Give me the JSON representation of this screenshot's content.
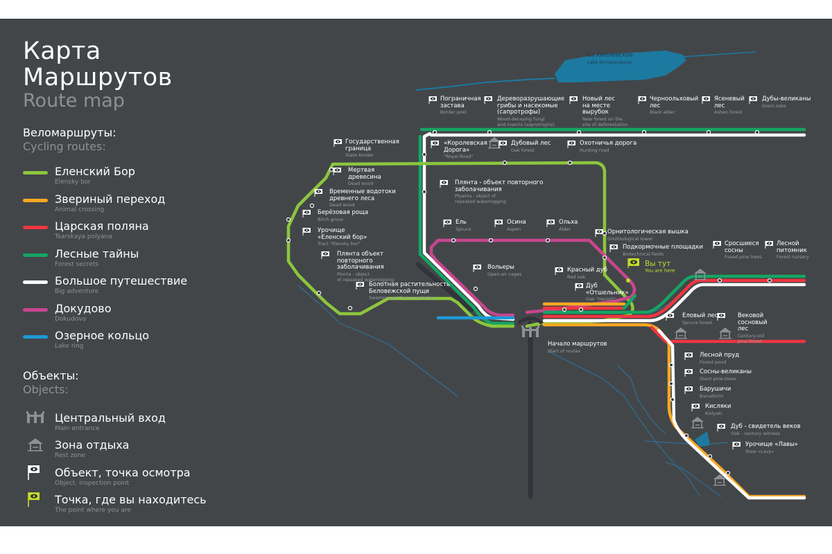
{
  "title": {
    "line1": "Карта",
    "line2": "Маршрутов",
    "en": "Route map"
  },
  "cycling": {
    "ru": "Веломаршруты:",
    "en": "Cycling routes:"
  },
  "routes": [
    {
      "ru": "Еленский Бор",
      "en": "Elensky bor",
      "color": "#8cc63e"
    },
    {
      "ru": "Звериный переход",
      "en": "Animal crossing",
      "color": "#f7a823"
    },
    {
      "ru": "Царская поляна",
      "en": "Tsarskaya polyana",
      "color": "#ee3640"
    },
    {
      "ru": "Лесные тайны",
      "en": "Forest secrets",
      "color": "#15a563"
    },
    {
      "ru": "Большое путешествие",
      "en": "Big adventure",
      "color": "#ffffff"
    },
    {
      "ru": "Докудово",
      "en": "Dokudovo",
      "color": "#c8468f"
    },
    {
      "ru": "Озерное кольцо",
      "en": "Lake ring",
      "color": "#1e9ad6"
    }
  ],
  "objects_header": {
    "ru": "Объекты:",
    "en": "Objects:"
  },
  "objects": [
    {
      "ru": "Центральный вход",
      "en": "Main entrance",
      "icon": "gate-icon"
    },
    {
      "ru": "Зона отдыха",
      "en": "Rest zone",
      "icon": "rest-zone-icon"
    },
    {
      "ru": "Объект, точка осмотра",
      "en": "Object, inspection point",
      "icon": "eye-flag-icon"
    },
    {
      "ru": "Точка, где вы находитесь",
      "en": "The point where you are",
      "icon": "you-are-here-icon"
    }
  ],
  "lake": {
    "ru": "оз.Хмелевское",
    "en": "Lake Khmelevskoye",
    "color": "#1c7aa0"
  },
  "you_are_here": {
    "ru": "Вы тут",
    "en": "You are here",
    "color": "#c6da2a"
  },
  "labels": [
    {
      "id": "border-post",
      "ru": "Пограничная\nзастава",
      "en": "Border post"
    },
    {
      "id": "wood-fungi",
      "ru": "Дереворазрушающие\nгрибы и насекомые\n(сапротрофы)",
      "en": "Wood-decaying fungi\nand insects (saprotrophs)"
    },
    {
      "id": "new-forest",
      "ru": "Новый лес\nна месте\nвырубок",
      "en": "New forest on the\nsite of deforestation"
    },
    {
      "id": "black-alder",
      "ru": "Черноольховый\nлес",
      "en": "Black alder"
    },
    {
      "id": "ashen-forest",
      "ru": "Ясеневый\nлес",
      "en": "Ashen forest"
    },
    {
      "id": "giant-oaks",
      "ru": "Дубы-великаны",
      "en": "Giant oaks"
    },
    {
      "id": "state-border",
      "ru": "Государственная\nграница",
      "en": "State border"
    },
    {
      "id": "royal-road",
      "ru": "«Королевская\nДорога»",
      "en": "\"Royal Road\""
    },
    {
      "id": "oak-forest",
      "ru": "Дубовый лес",
      "en": "Oak forest"
    },
    {
      "id": "hunting-road",
      "ru": "Охотничья дорога",
      "en": "Hunting road"
    },
    {
      "id": "dead-wood",
      "ru": "Мертвая\nдревесина",
      "en": "Dead wood"
    },
    {
      "id": "temp-streams",
      "ru": "Временные водотоки\nдревнего леса",
      "en": "Dead wood"
    },
    {
      "id": "plyanta-1",
      "ru": "Плянта - объект повторного\nзаболачивания",
      "en": "Plyanta - object of\nrepeated waterlogging"
    },
    {
      "id": "birch-grove",
      "ru": "Берёзовая роща",
      "en": "Birch grove"
    },
    {
      "id": "tract-elensky",
      "ru": "Урочище\n«Еленский бор»",
      "en": "Tract \"Elensky bor\""
    },
    {
      "id": "spruce",
      "ru": "Ель",
      "en": "Spruce"
    },
    {
      "id": "aspen",
      "ru": "Осина",
      "en": "Aspen"
    },
    {
      "id": "alder",
      "ru": "Ольха",
      "en": "Alder"
    },
    {
      "id": "ornith-tower",
      "ru": "Орнитологическая вышка",
      "en": "Ornithological tower"
    },
    {
      "id": "biotech-fields",
      "ru": "Подкормочные площадки",
      "en": "Biotechnical fields"
    },
    {
      "id": "fused-pines",
      "ru": "Сросшиеся\nсосны",
      "en": "Fused pine trees"
    },
    {
      "id": "forest-nursery",
      "ru": "Лесной\nпитомник",
      "en": "Forest nursery"
    },
    {
      "id": "plyanta-2",
      "ru": "Плянта объект\nповторного\nзаболачивания",
      "en": "Plonta - object\nof repeated waterlogging"
    },
    {
      "id": "open-cages",
      "ru": "Вольеры",
      "en": "Open-air cages"
    },
    {
      "id": "red-oak",
      "ru": "Красный дуб",
      "en": "Red oak"
    },
    {
      "id": "oak-hermit",
      "ru": "Дуб\n«Отшельник»",
      "en": "Oak \"Hermit\""
    },
    {
      "id": "swamps",
      "ru": "Болотная растительность\nБеловежской пущи",
      "en": "Swamps and their vegetation"
    },
    {
      "id": "spruce-forest",
      "ru": "Еловый лес",
      "en": "Spruce forest"
    },
    {
      "id": "century-pine",
      "ru": "Вековой\nсосновый\nлес",
      "en": "Century-old\npine forest"
    },
    {
      "id": "start-routes",
      "ru": "Начало маршрутов",
      "en": "Start of routes"
    },
    {
      "id": "forest-pond",
      "ru": "Лесной пруд",
      "en": "Forest pond"
    },
    {
      "id": "giant-pines",
      "ru": "Сосны-великаны",
      "en": "Giant pine-trees"
    },
    {
      "id": "barushichi",
      "ru": "Барушичи",
      "en": "Barushichi"
    },
    {
      "id": "kislyaki",
      "ru": "Кисляки",
      "en": "Kislyaki"
    },
    {
      "id": "oak-witness",
      "ru": "Дуб - свидетель веков",
      "en": "Oak - century witness"
    },
    {
      "id": "stow-lavy",
      "ru": "Урочище «Лавы»",
      "en": "Stow «Lavy»"
    }
  ]
}
